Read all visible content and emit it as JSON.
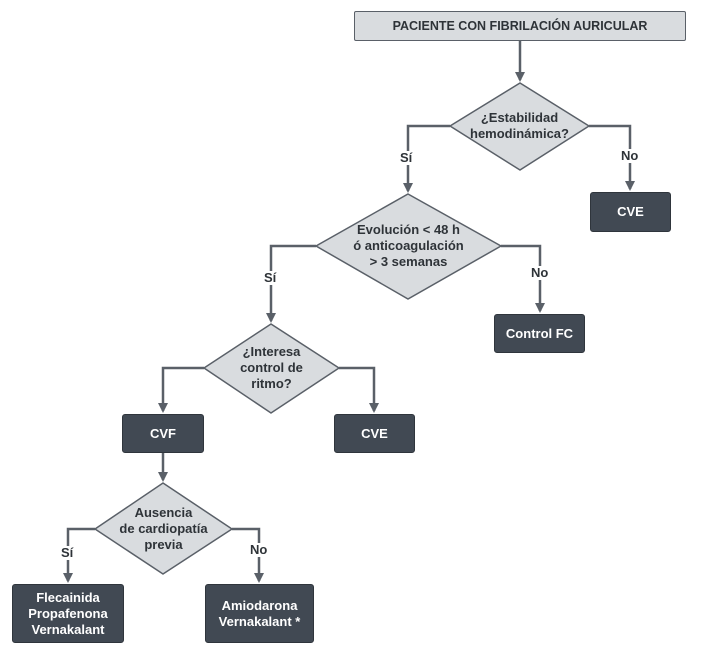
{
  "nodes": {
    "start": "PACIENTE CON FIBRILACIÓN AURICULAR",
    "d1": "¿Estabilidad\nhemodinámica?",
    "cve_top": "CVE",
    "d2": "Evolución < 48 h\nó anticoagulación\n> 3 semanas",
    "control_fc": "Control FC",
    "d3": "¿Interesa\ncontrol de\nritmo?",
    "cvf": "CVF",
    "cve_mid": "CVE",
    "d4": "Ausencia\nde cardiopatía\nprevia",
    "drugs_left": "Flecainida\nPropafenona\nVernakalant",
    "drugs_right": "Amiodarona\nVernakalant *"
  },
  "labels": {
    "yes": "Sí",
    "no": "No"
  },
  "colors": {
    "dark_box": "#414953",
    "light_fill": "#d9dcdf",
    "line": "#5a6068"
  }
}
